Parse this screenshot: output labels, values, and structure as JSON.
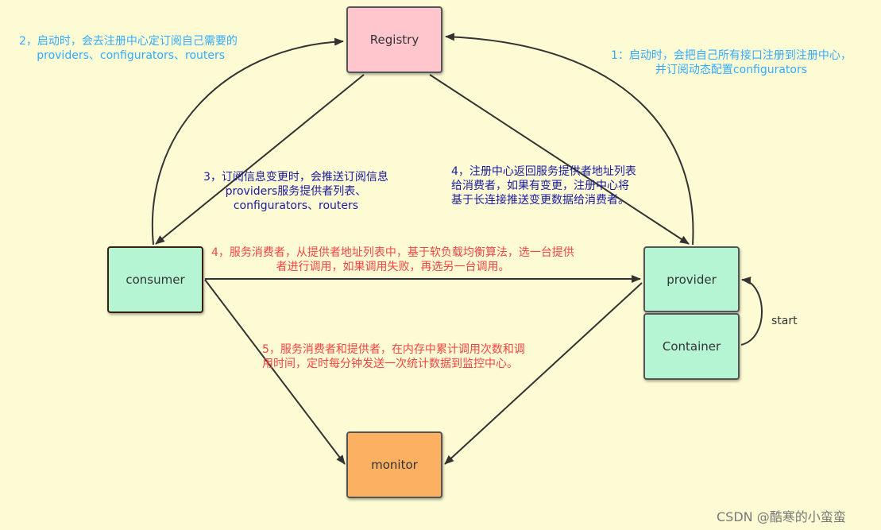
{
  "nodes": {
    "registry": "Registry",
    "consumer": "consumer",
    "provider": "provider",
    "container": "Container",
    "monitor": "monitor"
  },
  "labels": {
    "step2": "2，启动时，会去注册中心定订阅自己需要的\n     providers、configurators、routers",
    "step1": "1：启动时，会把自己所有接口注册到注册中心，\n并订阅动态配置configurators",
    "step3": "3，订阅信息变更时，会推送订阅信息\nproviders服务提供者列表、\nconfigurators、routers",
    "step4_notify": "4，注册中心返回服务提供者地址列表\n给消费者，如果有变更，注册中心将\n基于长连接推送变更数据给消费者。",
    "step4_invoke": "4，服务消费者，从提供者地址列表中，基于软负载均衡算法，选一台提供\n者进行调用，如果调用失败，再选另一台调用。",
    "step5": "5，服务消费者和提供者，在内存中累计调用次数和调\n用时间，定时每分钟发送一次统计数据到监控中心。",
    "start": "start"
  },
  "watermark": "CSDN @酷寒的小蛮蛮",
  "colors": {
    "background": "#fdfbd4",
    "registry": "#ffc6cd",
    "consumer_provider_container": "#b5f5d4",
    "monitor": "#fbb062",
    "label_cyan": "#33aaff",
    "label_navy": "#1a1aa0",
    "label_red": "#f24444",
    "edge": "#333333"
  }
}
